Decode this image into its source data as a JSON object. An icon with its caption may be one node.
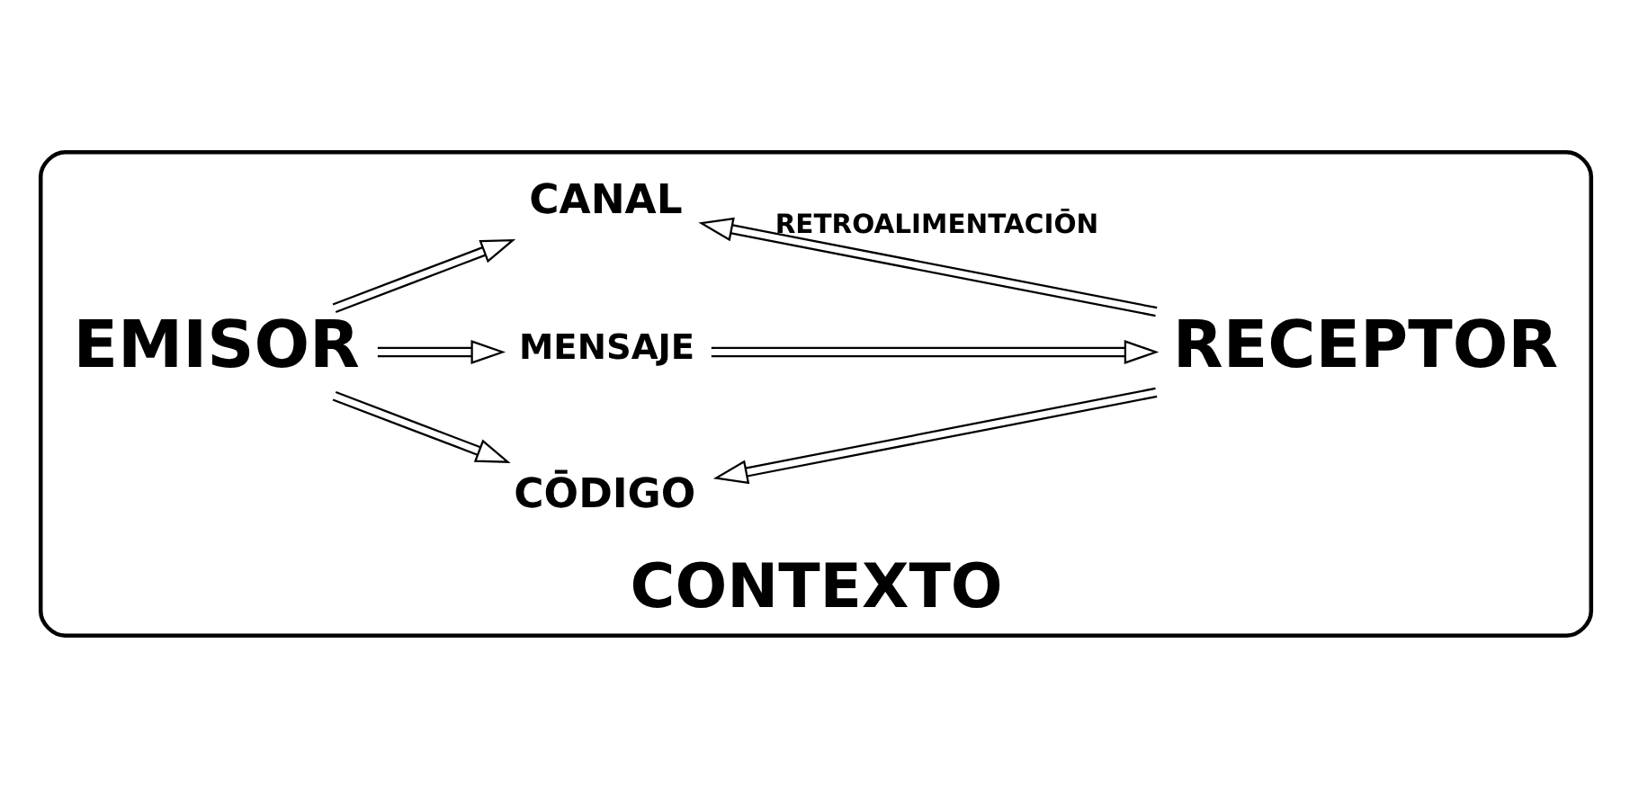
{
  "diagram": {
    "nodes": [
      {
        "text": [
          "CONTEXTO"
        ]
      },
      {
        "text": [
          "CŌDIGO"
        ],
        "in": 0
      },
      {
        "text": [
          "EMISOR"
        ],
        "in": 0
      },
      {
        "text": [
          "MENSAJE"
        ],
        "in": 0
      },
      {
        "text": [
          "RECEPTOR"
        ],
        "in": 0
      },
      {
        "text": [
          "CANAL"
        ],
        "in": 0
      }
    ],
    "edges": [
      {
        "from": 2,
        "to": 1,
        "arrow": "to"
      },
      {
        "from": 4,
        "to": 1,
        "arrow": "to"
      },
      {
        "from": 2,
        "to": 3,
        "arrow": "to"
      },
      {
        "from": 3,
        "to": 4,
        "arrow": "to"
      },
      {
        "from": 2,
        "to": 5,
        "arrow": "to"
      },
      {
        "from": 4,
        "to": 5,
        "arrow": "to",
        "label": "RETROALIMENTACIŌN"
      }
    ]
  }
}
